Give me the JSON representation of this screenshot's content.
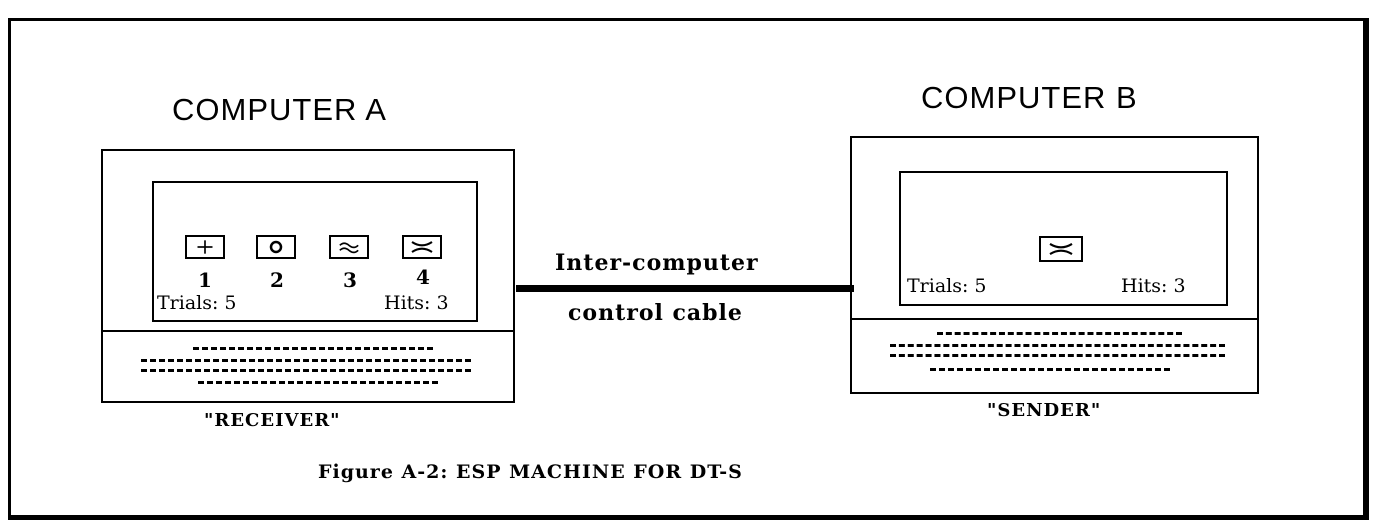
{
  "computer_a": {
    "title": "COMPUTER  A",
    "role": "\"RECEIVER\"",
    "symbols": [
      "plus-icon",
      "circle-icon",
      "wave-icon",
      "cross-wave-icon"
    ],
    "numbers": [
      "1",
      "2",
      "3",
      "4"
    ],
    "trials": "Trials: 5",
    "hits": "Hits: 3"
  },
  "computer_b": {
    "title": "COMPUTER  B",
    "role": "\"SENDER\"",
    "symbol": "cross-wave-icon",
    "trials": "Trials: 5",
    "hits": "Hits: 3"
  },
  "cable": {
    "label_line1": "Inter-computer",
    "label_line2": "control cable"
  },
  "caption": "Figure A-2:   ESP MACHINE FOR DT-S"
}
